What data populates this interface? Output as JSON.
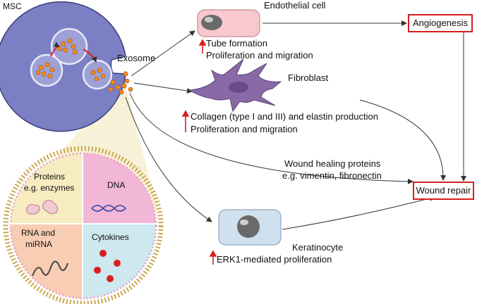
{
  "labels": {
    "msc": "MSC",
    "exosome": "Exosome",
    "endothelial": "Endothelial cell",
    "tube": "Tube formation",
    "prolif_endo": "Proliferation and migration",
    "angiogenesis": "Angiogenesis",
    "fibroblast": "Fibroblast",
    "collagen": "Collagen (type I and III) and elastin production",
    "prolif_fibro": "Proliferation and migration",
    "wh_line1": "Wound healing proteins",
    "wh_line2": "e.g. vimentin, fibronectin",
    "wound_repair": "Wound repair",
    "keratinocyte": "Keratinocyte",
    "erk1": "ERK1-mediated proliferation",
    "proteins_1": "Proteins",
    "proteins_2": "e.g. enzymes",
    "dna": "DNA",
    "rna_1": "RNA and",
    "rna_2": "miRNA",
    "cytokines": "Cytokines"
  },
  "colors": {
    "msc_fill": "#7b7fc4",
    "exosome_dot": "#f08a24",
    "highlight_box": "#d81e1e",
    "up_arrow": "#d81e1e",
    "proteins_bg": "#f6ecc0",
    "dna_bg": "#f2b6d6",
    "rna_bg": "#f8cdb4",
    "cytokines_bg": "#cde8ef",
    "fibroblast": "#8a6aa6",
    "endothelial": "#f7c9cf"
  },
  "icons": [
    "up-arrow-icon",
    "dna-helix-icon",
    "rna-strand-icon",
    "protein-icon",
    "cytokine-dot-icon"
  ]
}
